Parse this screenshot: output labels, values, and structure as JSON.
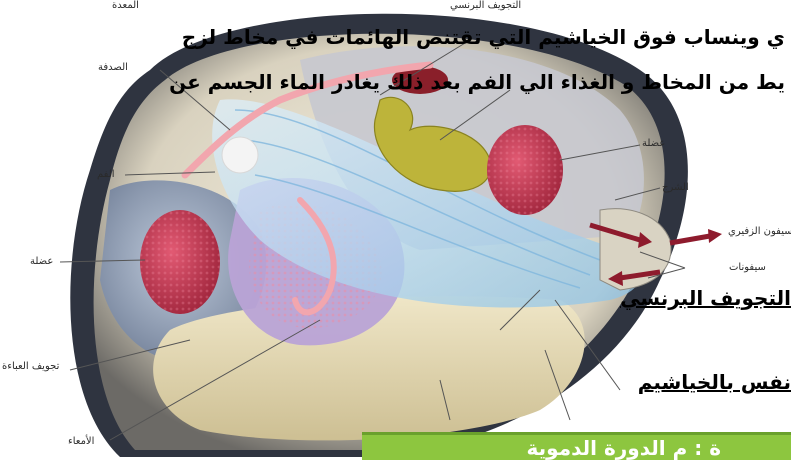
{
  "labels": {
    "stomach": "المعدة",
    "branchial_cavity_top": "التجويف البرنسي",
    "shell": "الصدفة",
    "mouth": "الفم",
    "muscle_left": "عضلة",
    "muscle_right": "عضلة",
    "anus": "الشرج",
    "exhalant_siphon": "سيفون الزفيري",
    "siphons": "سيفونات",
    "mantle_cavity": "تجويف العباءة",
    "intestines": "الأمعاء"
  },
  "overlay": {
    "line1": "ي وينساب فوق الخياشيم التي تقتنص الهائمات في مخاط لزج",
    "line2": "يط من المخاط و الغذاء الي الفم بعد ذلك يغادر الماء الجسم عن",
    "branchial_cavity": "التجويف البرنسي",
    "gill_breathing": "نفس بالخياشيم",
    "green_box_text": "ة : م الدورة الدموية"
  },
  "colors": {
    "green_box": "#8dc63f",
    "muscle": "#c8364f",
    "gills": "#a9d4ee",
    "digestive": "#b9b23a",
    "foot": "#e8dcb0",
    "shell_dark": "#3a3f4a"
  }
}
